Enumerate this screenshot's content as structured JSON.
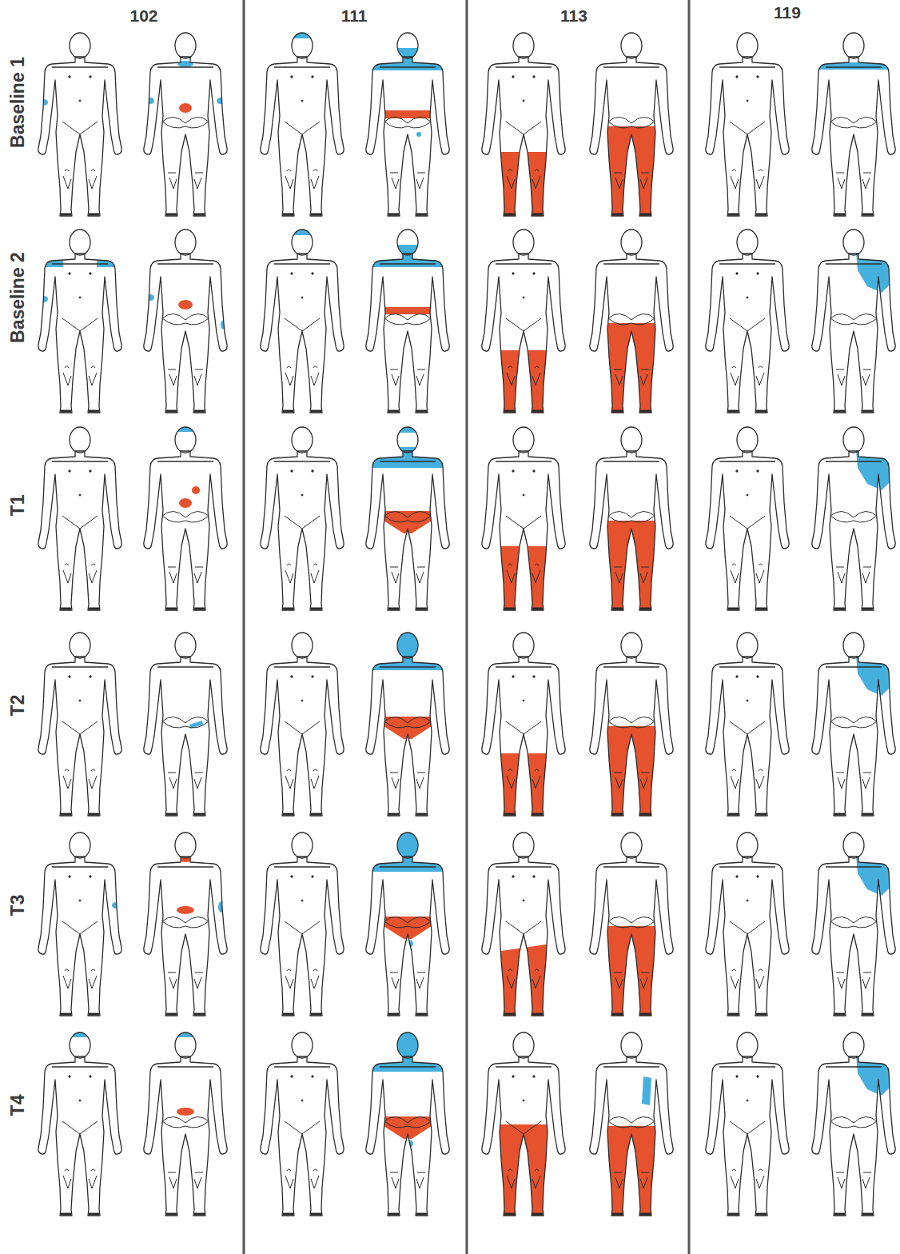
{
  "diagram": {
    "labels": [
      "102",
      "111",
      "113",
      "119",
      "Baseline 1",
      "Baseline 2",
      "T1",
      "T2",
      "T3",
      "T4"
    ]
  }
}
